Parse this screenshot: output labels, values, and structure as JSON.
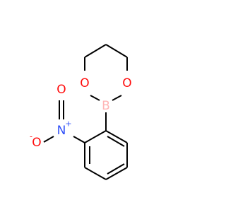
{
  "molecule": {
    "atoms": {
      "o_ring_left": {
        "symbol": "O",
        "color": "#ff0d0d"
      },
      "o_ring_right": {
        "symbol": "O",
        "color": "#ff0d0d"
      },
      "boron": {
        "symbol": "B",
        "color": "#ffb5b5"
      },
      "nitro_n": {
        "symbol": "N",
        "charge": "+",
        "color": "#3050f8"
      },
      "nitro_o_double": {
        "symbol": "O",
        "color": "#ff0d0d"
      },
      "nitro_o_single": {
        "symbol": "O",
        "charge": "-",
        "color": "#ff0d0d"
      }
    },
    "bond_color": "#000000"
  }
}
